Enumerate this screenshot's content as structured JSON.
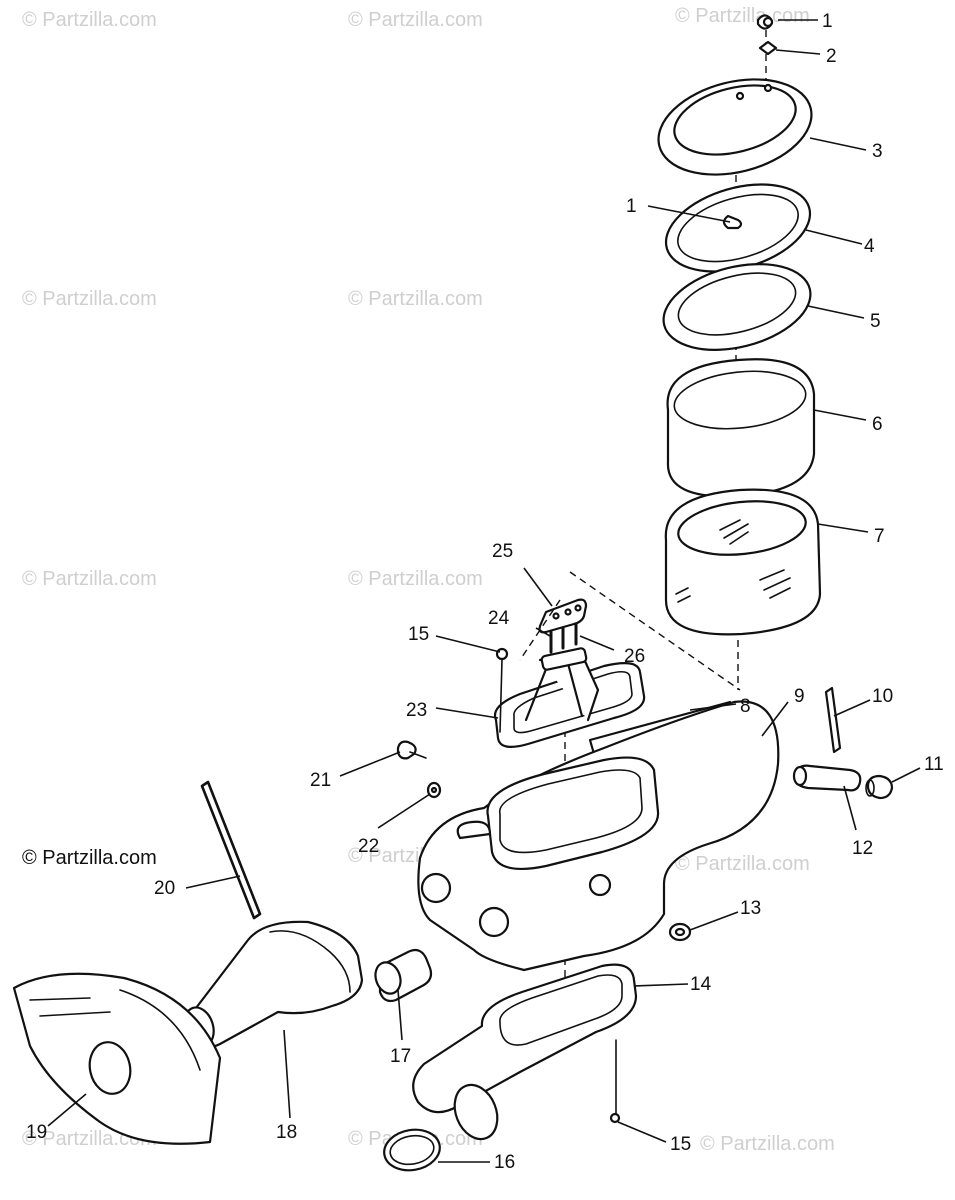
{
  "watermark_text": "© Partzilla.com",
  "copyright_text": "© Partzilla.com",
  "ink_color": "#111111",
  "watermark_color": "#cfcfcf",
  "labels": {
    "l1a": "1",
    "l2": "2",
    "l3": "3",
    "l1b": "1",
    "l4": "4",
    "l5": "5",
    "l6": "6",
    "l7": "7",
    "l25": "25",
    "l24": "24",
    "l26": "26",
    "l15a": "15",
    "l23": "23",
    "l8": "8",
    "l9": "9",
    "l10": "10",
    "l11": "11",
    "l12": "12",
    "l21": "21",
    "l22": "22",
    "l20": "20",
    "l13": "13",
    "l14": "14",
    "l17": "17",
    "l18": "18",
    "l19": "19",
    "l15b": "15",
    "l16": "16"
  }
}
